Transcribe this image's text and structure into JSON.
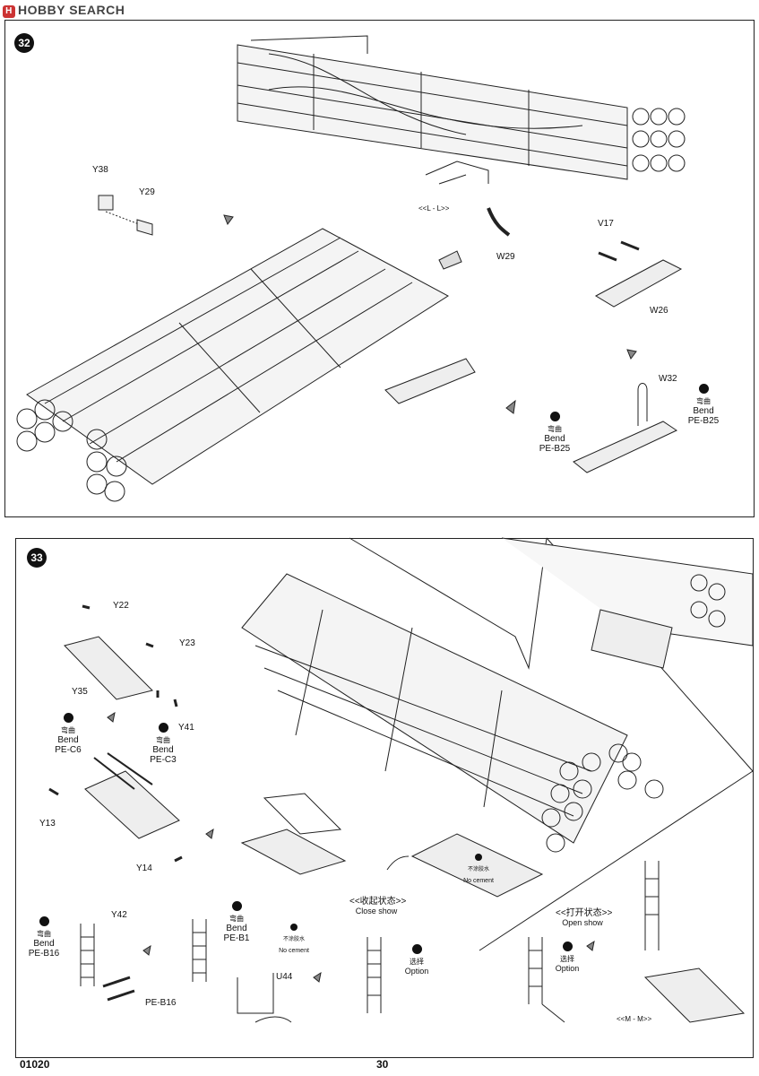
{
  "watermark": {
    "text": "HOBBY SEARCH",
    "logo_letter": "H"
  },
  "step32": {
    "number": "32",
    "labels": {
      "y38": "Y38",
      "y29": "Y29",
      "ll": "<<L - L>>",
      "w29": "W29",
      "v17": "V17",
      "w26": "W26",
      "w32": "W32",
      "bend_cn": "弯曲",
      "bend_en": "Bend",
      "pe_b25": "PE-B25"
    }
  },
  "step33": {
    "number": "33",
    "labels": {
      "y22": "Y22",
      "y23": "Y23",
      "y35": "Y35",
      "y41": "Y41",
      "bend_cn": "弯曲",
      "bend_en": "Bend",
      "pe_c6": "PE-C6",
      "pe_c3": "PE-C3",
      "y13": "Y13",
      "y14": "Y14",
      "y42": "Y42",
      "pe_b16": "PE-B16",
      "pe_b1": "PE-B1",
      "u44": "U44",
      "no_cement_cn": "不涂胶水",
      "no_cement_en": "No cement",
      "close_show_cn": "<<收起状态>>",
      "close_show_en": "Close show",
      "open_show_cn": "<<打开状态>>",
      "open_show_en": "Open show",
      "option_cn": "选择",
      "option_en": "Option",
      "mm": "<<M - M>>"
    }
  },
  "footer": {
    "code": "01020",
    "page": "30"
  },
  "icons": [
    "check-icon",
    "no-cement-icon",
    "option-icon",
    "arrow-icon"
  ]
}
